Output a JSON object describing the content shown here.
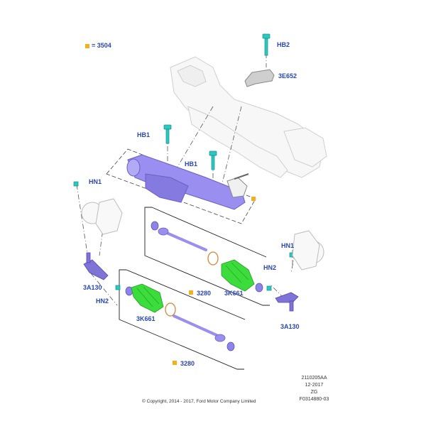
{
  "legend": {
    "marker_color": "#f2b01e",
    "text": "= 3504"
  },
  "labels": {
    "hb2": "HB2",
    "e652": "3E652",
    "hb1_top": "HB1",
    "hb1_mid": "HB1",
    "hn1_left": "HN1",
    "hn1_right": "HN1",
    "hn2_left": "HN2",
    "hn2_right": "HN2",
    "a130_left": "3A130",
    "a130_right": "3A130",
    "k661_top": "3K661",
    "k661_bottom": "3K661",
    "p3280_top": "3280",
    "p3280_bottom": "3280"
  },
  "colors": {
    "label": "#2a47b3",
    "bolt": "#29c9c2",
    "boot": "#3ddc3d",
    "rack": "#9a8ff0",
    "oring": "#d9833a",
    "outline": "#cfcfcf"
  },
  "meta": {
    "line1": "2110205AA",
    "line2": "12-2017",
    "line3": "ZG",
    "line4": "F0314880-03"
  },
  "copyright": "© Copyright, 2014 - 2017, Ford Motor Company Limited"
}
